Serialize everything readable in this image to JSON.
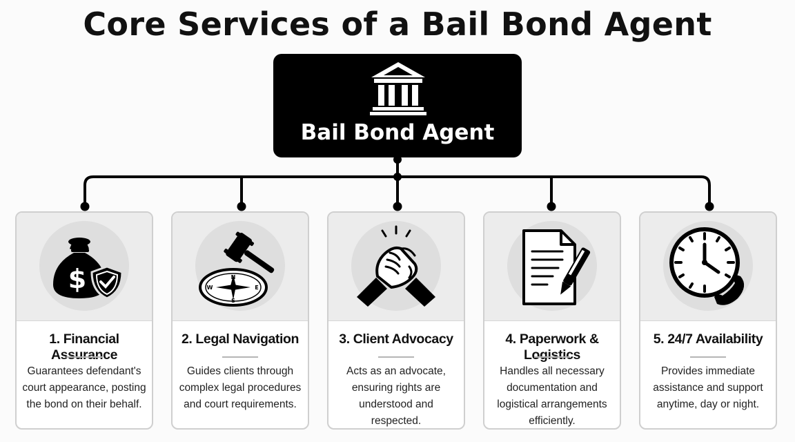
{
  "title": "Core Services of a Bail Bond Agent",
  "root": {
    "label": "Bail Bond Agent",
    "icon": "courthouse-icon"
  },
  "services": [
    {
      "title": "1. Financial Assurance",
      "description": "Guarantees defendant's court appearance, posting the bond on their behalf.",
      "icon": "money-bag-shield-icon"
    },
    {
      "title": "2. Legal Navigation",
      "description": "Guides clients through complex legal procedures and court requirements.",
      "icon": "gavel-compass-icon",
      "compass_letters": [
        "N",
        "E",
        "S",
        "W"
      ]
    },
    {
      "title": "3. Client Advocacy",
      "description": "Acts as an advocate, ensuring rights are understood and respected.",
      "icon": "clasped-hands-icon"
    },
    {
      "title": "4. Paperwork & Logistics",
      "description": "Handles all necessary documentation and logistical arrangements efficiently.",
      "icon": "document-pen-icon"
    },
    {
      "title": "5. 24/7 Availability",
      "description": "Provides immediate assistance and support anytime, day or night.",
      "icon": "clock-phone-icon"
    }
  ]
}
